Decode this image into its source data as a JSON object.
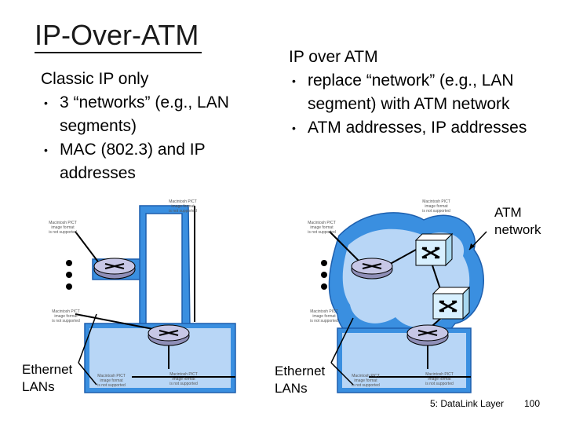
{
  "slide": {
    "title": "IP-Over-ATM",
    "left": {
      "heading": "Classic IP only",
      "bullets": [
        "3 “networks” (e.g., LAN segments)",
        "MAC (802.3) and IP addresses"
      ]
    },
    "right": {
      "heading": "IP over ATM",
      "bullets": [
        "replace “network” (e.g., LAN segment) with ATM network",
        "ATM addresses, IP addresses"
      ]
    }
  },
  "diagram": {
    "atm_label_line1": "ATM",
    "atm_label_line2": "network",
    "ethernet_line1": "Ethernet",
    "ethernet_line2": "LANs",
    "placeholder_lines": [
      "Macintosh PICT",
      "image format",
      "is not supported"
    ]
  },
  "footer": {
    "chapter": "5: DataLink Layer",
    "page": "100"
  },
  "colors": {
    "lan": "#3a8fe0",
    "lan_light": "#b8d6f6",
    "router": "#7a7aa0",
    "switch": "#d8f0ff"
  }
}
